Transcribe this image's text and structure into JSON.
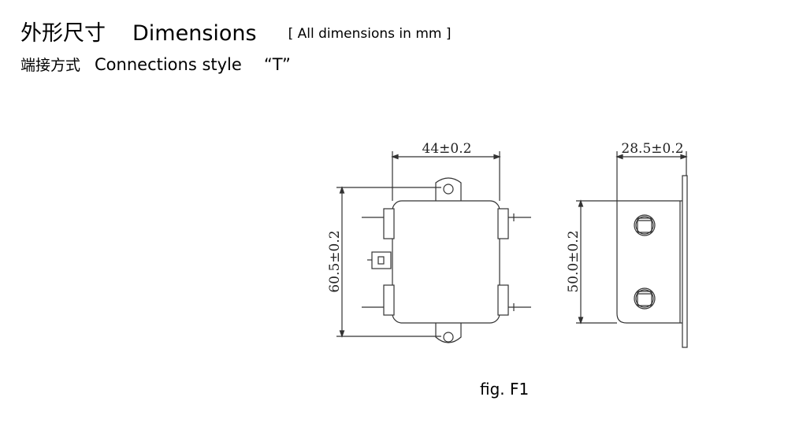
{
  "header": {
    "title_cn": "外形尺寸",
    "title_en": "Dimensions",
    "units_note": "[ All dimensions in mm ]",
    "connections_cn": "端接方式",
    "connections_en": "Connections style",
    "style_value": "“T”"
  },
  "drawing": {
    "front_width_label": "44±0.2",
    "front_height_label": "60.5±0.2",
    "side_depth_label": "28.5±0.2",
    "side_height_label": "50.0±0.2",
    "caption": "fig. F1"
  }
}
